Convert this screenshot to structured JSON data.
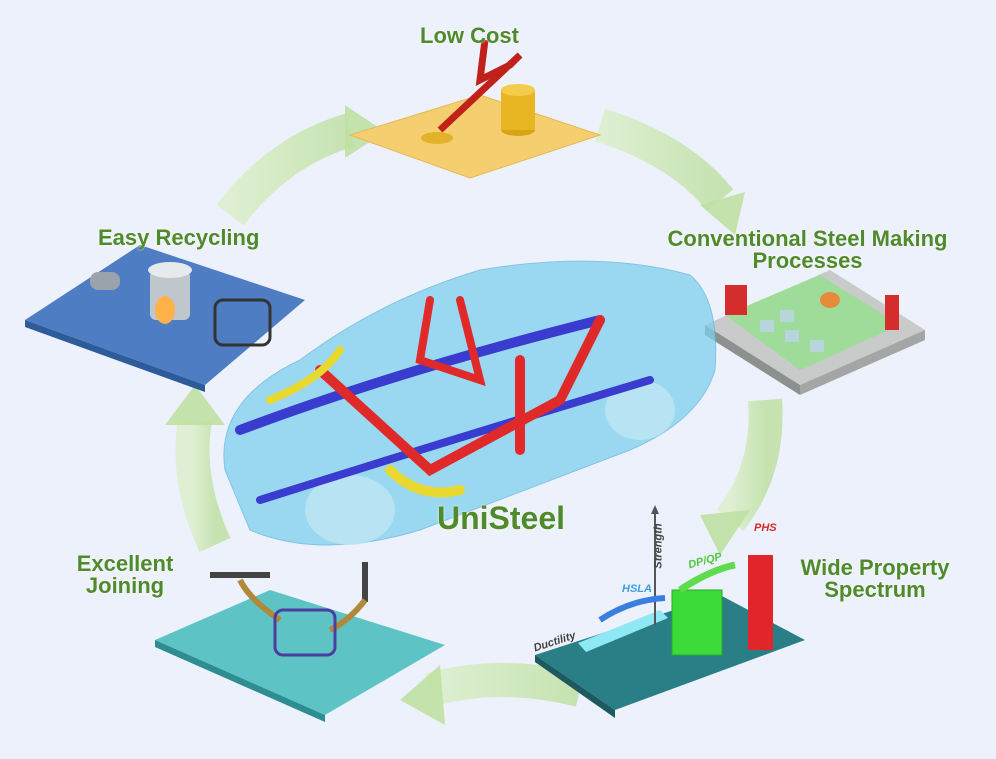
{
  "title": "UniSteel",
  "stages": {
    "low_cost": "Low Cost",
    "conventional": [
      "Conventional Steel Making",
      "Processes"
    ],
    "wide_property": [
      "Wide Property",
      "Spectrum"
    ],
    "joining": [
      "Excellent",
      "Joining"
    ],
    "recycling": "Easy Recycling"
  },
  "property_chart": {
    "y_axis": "Strength",
    "x_axis": "Ductility",
    "grades": [
      "HSLA",
      "DP/QP",
      "PHS"
    ]
  },
  "colors": {
    "label": "#4f8a2b",
    "arrow": "#c9e6b0",
    "background": "#edf1fb"
  }
}
